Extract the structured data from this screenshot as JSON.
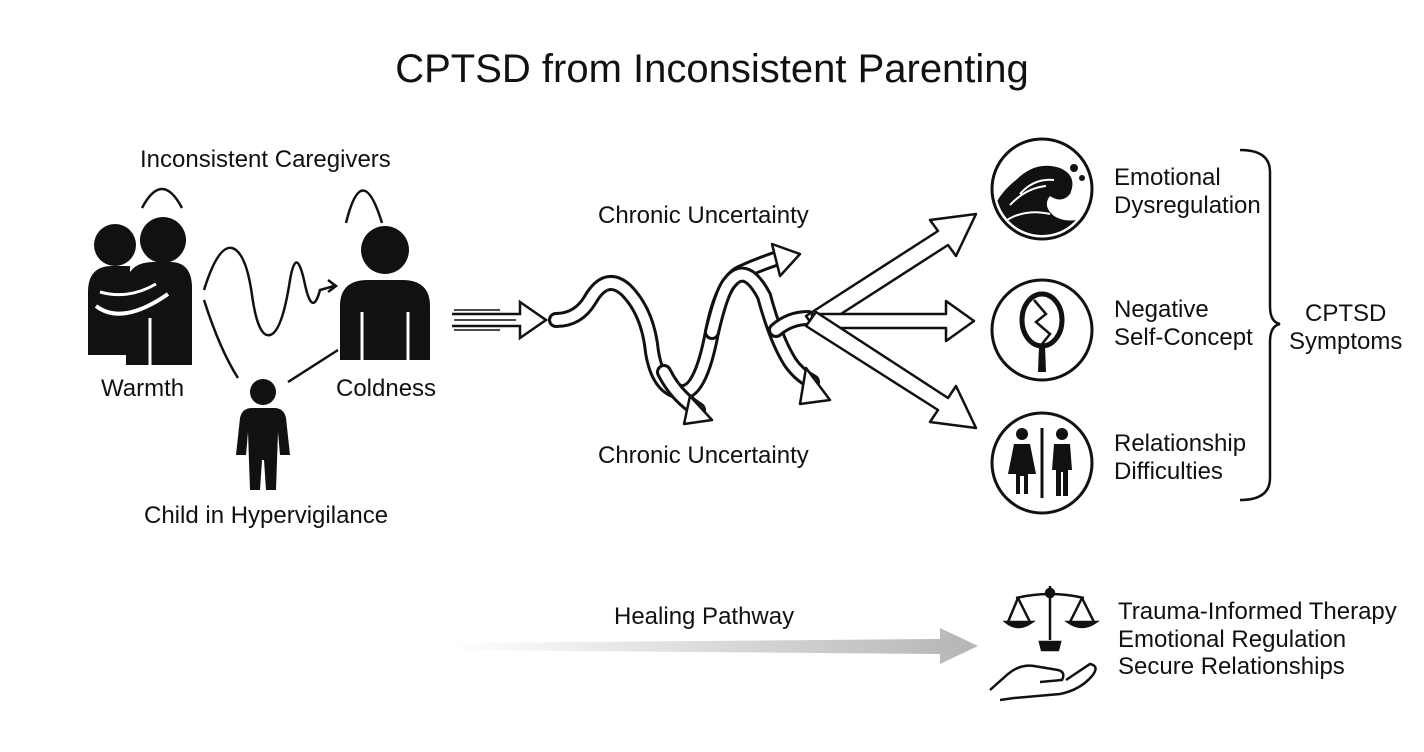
{
  "title": "CPTSD from Inconsistent Parenting",
  "caregivers": {
    "heading": "Inconsistent Caregivers",
    "warmth_label": "Warmth",
    "coldness_label": "Coldness",
    "child_label": "Child in Hypervigilance"
  },
  "uncertainty": {
    "top_label": "Chronic Uncertainty",
    "bottom_label": "Chronic Uncertainty"
  },
  "symptoms": {
    "items": [
      {
        "icon": "wave-icon",
        "line1": "Emotional",
        "line2": "Dysregulation"
      },
      {
        "icon": "cracked-mirror-icon",
        "line1": "Negative",
        "line2": "Self-Concept"
      },
      {
        "icon": "couple-icon",
        "line1": "Relationship",
        "line2": "Difficulties"
      }
    ],
    "group_label_line1": "CPTSD",
    "group_label_line2": "Symptoms"
  },
  "healing": {
    "label": "Healing Pathway",
    "icon": "scales-in-hand-icon",
    "items": [
      "Trauma-Informed Therapy",
      "Emotional Regulation",
      "Secure Relationships"
    ]
  }
}
